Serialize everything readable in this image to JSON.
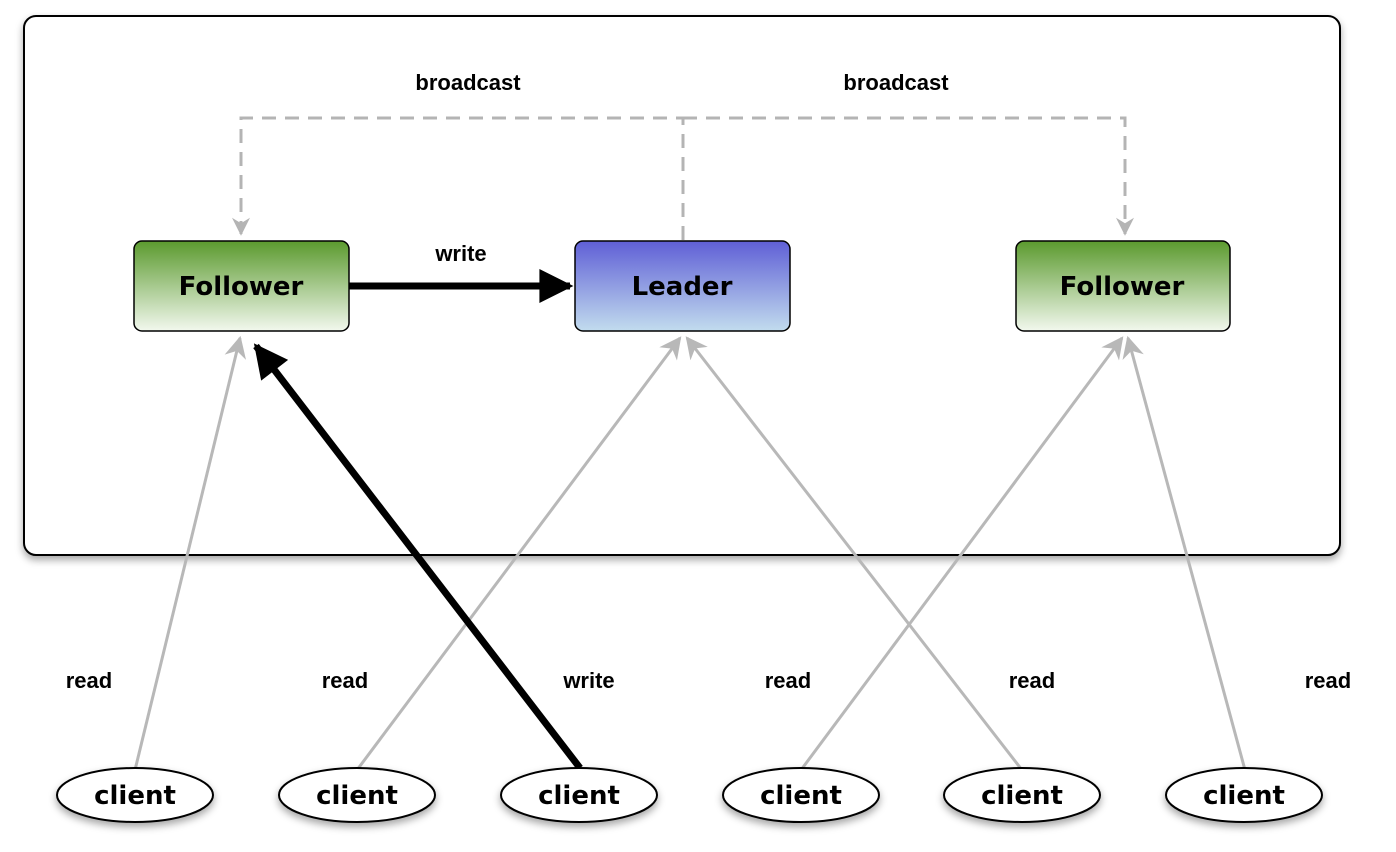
{
  "cluster": {
    "broadcast_left_label": "broadcast",
    "broadcast_right_label": "broadcast"
  },
  "nodes": {
    "follower_left": "Follower",
    "leader": "Leader",
    "follower_right": "Follower"
  },
  "edges": {
    "forward_write_label": "write"
  },
  "clients": [
    {
      "label": "client",
      "op": "read"
    },
    {
      "label": "client",
      "op": "read"
    },
    {
      "label": "client",
      "op": "write"
    },
    {
      "label": "client",
      "op": "read"
    },
    {
      "label": "client",
      "op": "read"
    },
    {
      "label": "client",
      "op": "read"
    }
  ],
  "colors": {
    "follower_top": "#5b9a2e",
    "follower_bottom": "#f2f8ee",
    "leader_top": "#5f5fd6",
    "leader_bottom": "#c2dcee",
    "read_line": "#b8b8b8",
    "write_line": "#000000",
    "broadcast_line": "#b4b4b4"
  }
}
